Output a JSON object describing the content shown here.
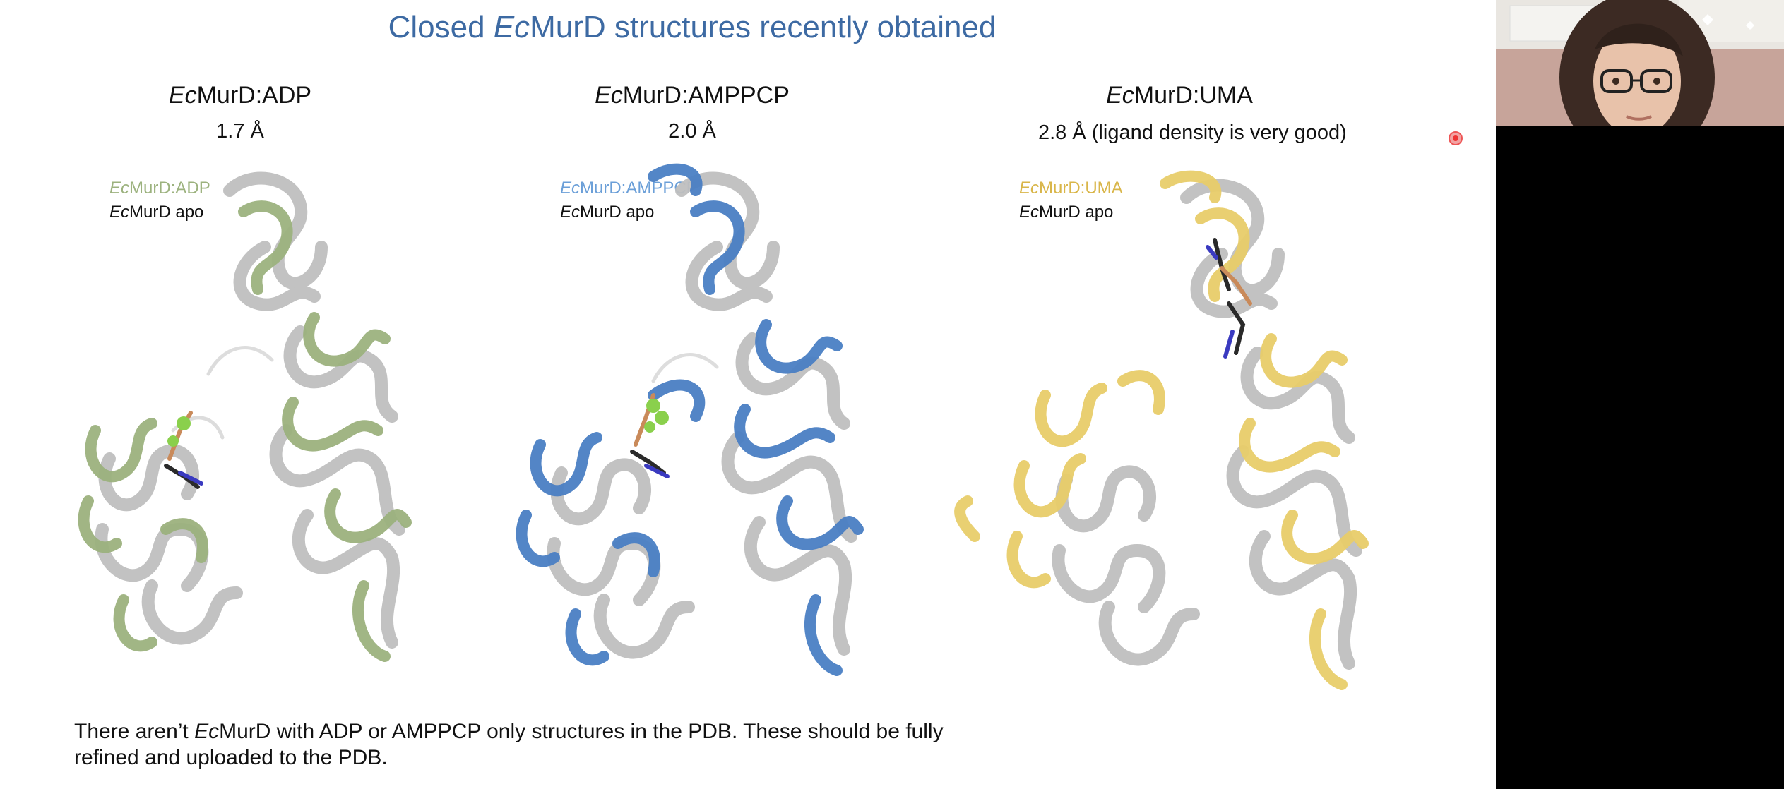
{
  "slide": {
    "title_italic": "Ec",
    "title_pre": "Closed ",
    "title_post": "MurD structures recently obtained",
    "panels": [
      {
        "title_italic": "Ec",
        "title_rest": "MurD:ADP",
        "resolution": "1.7 Å",
        "legend_ligand_italic": "Ec",
        "legend_ligand_rest": "MurD:ADP",
        "legend_apo_italic": "Ec",
        "legend_apo_rest": "MurD apo",
        "color": "#9cb27e"
      },
      {
        "title_italic": "Ec",
        "title_rest": "MurD:AMPPCP",
        "resolution": "2.0 Å",
        "legend_ligand_italic": "Ec",
        "legend_ligand_rest": "MurD:AMPPCP",
        "legend_apo_italic": "Ec",
        "legend_apo_rest": "MurD apo",
        "color": "#4a7fc4"
      },
      {
        "title_italic": "Ec",
        "title_rest": "MurD:UMA",
        "resolution": "2.8 Å (ligand density is very good)",
        "legend_ligand_italic": "Ec",
        "legend_ligand_rest": "MurD:UMA",
        "legend_apo_italic": "Ec",
        "legend_apo_rest": "MurD apo",
        "color": "#e0c35c"
      }
    ],
    "apo_color": "#bfbfbf",
    "footer_pre": "There aren’t ",
    "footer_italic": "Ec",
    "footer_post": "MurD with ADP or AMPPCP only structures in the PDB. These should be fully refined and uploaded to the PDB."
  },
  "colors": {
    "title": "#3d6aa3",
    "background": "#ffffff",
    "side_pane": "#000000"
  }
}
